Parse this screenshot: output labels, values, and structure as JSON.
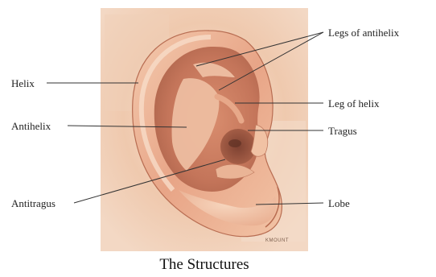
{
  "caption": "The Structures",
  "artist_signature": "KMOUNT",
  "labels": {
    "helix": "Helix",
    "antihelix": "Antihelix",
    "antitragus": "Antitragus",
    "legs_of_antihelix": "Legs of antihelix",
    "leg_of_helix": "Leg of helix",
    "tragus": "Tragus",
    "lobe": "Lobe"
  },
  "colors": {
    "skin_light": "#f6d9c2",
    "skin_mid": "#e6a98a",
    "skin_dark": "#c47a5e",
    "canal": "#9a5a43"
  }
}
